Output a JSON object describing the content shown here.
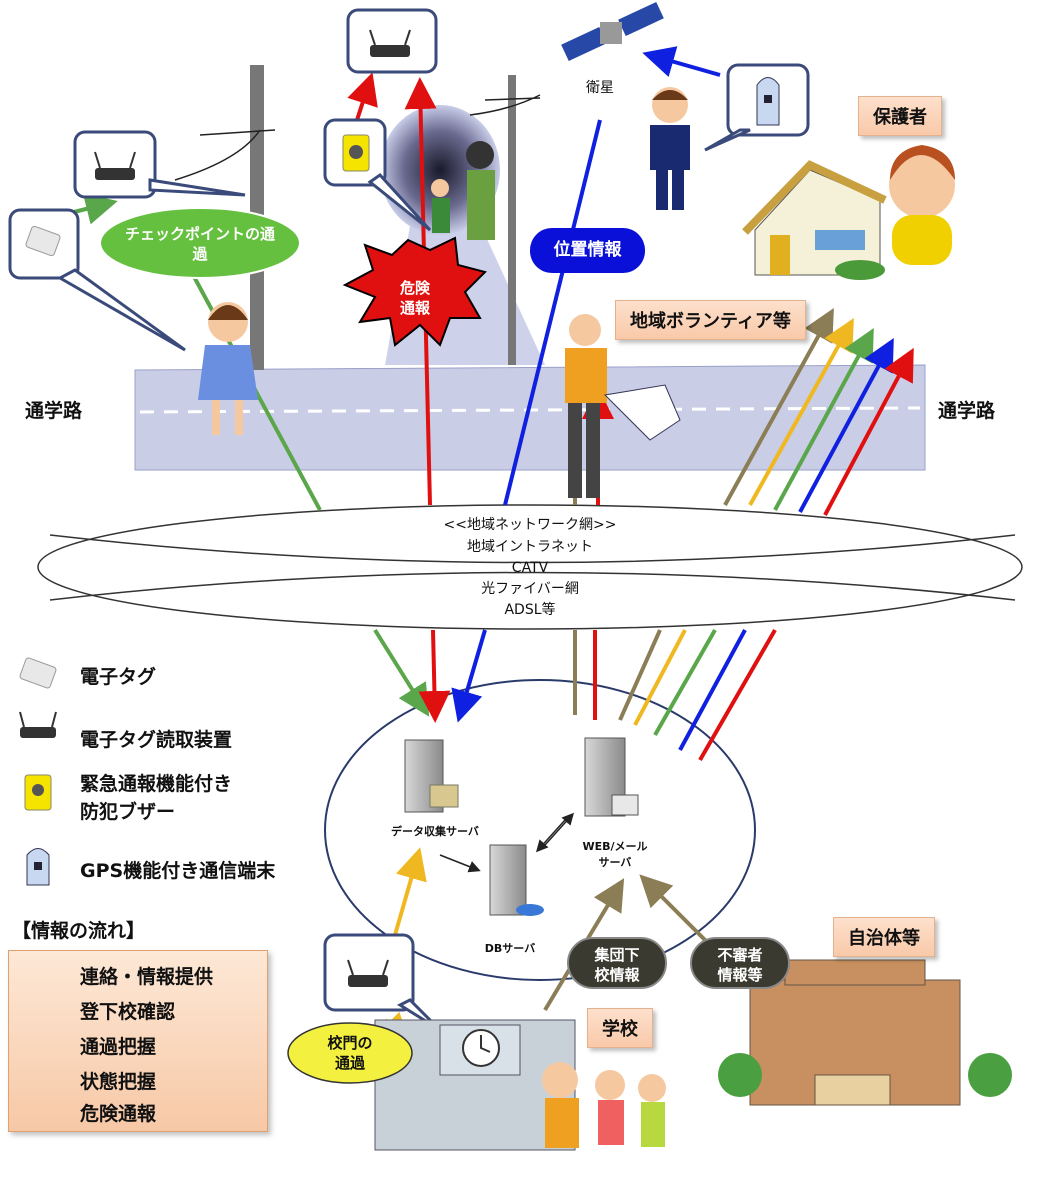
{
  "labels": {
    "route_left": "通学路",
    "route_right": "通学路",
    "satellite": "衛星",
    "guardian": "保護者",
    "volunteer": "地域ボランティア等",
    "school": "学校",
    "municipality": "自治体等"
  },
  "bubbles": {
    "checkpoint": "チェックポイントの通過",
    "danger": "危険\n通報",
    "location": "位置情報",
    "school_gate": "校門の\n通過",
    "group_dismissal": "集団下\n校情報",
    "suspicious": "不審者\n情報等"
  },
  "network": {
    "lines": [
      "<<地域ネットワーク網>>",
      "地域イントラネット",
      "CATV",
      "光ファイバー網",
      "ADSL等"
    ]
  },
  "servers": {
    "data_collection": "データ収集サーバ",
    "db": "DBサーバ",
    "web_mail": "WEB/メール\nサーバ"
  },
  "legend": {
    "items": [
      {
        "icon": "rfid-tag-icon",
        "label": "電子タグ"
      },
      {
        "icon": "tag-reader-icon",
        "label": "電子タグ読取装置"
      },
      {
        "icon": "buzzer-icon",
        "label": "緊急通報機能付き\n防犯ブザー"
      },
      {
        "icon": "gps-terminal-icon",
        "label": "GPS機能付き通信端末"
      }
    ]
  },
  "flow": {
    "title": "【情報の流れ】",
    "items": [
      {
        "label": "連絡・情報提供",
        "color": "#8b7d55"
      },
      {
        "label": "登下校確認",
        "color": "#f0b820"
      },
      {
        "label": "通過把握",
        "color": "#5aa64a"
      },
      {
        "label": "状態把握",
        "color": "#1020e0"
      },
      {
        "label": "危険通報",
        "color": "#e01010"
      }
    ]
  },
  "colors": {
    "contact": "#8b7d55",
    "confirm": "#f0b820",
    "pass": "#5aa64a",
    "status": "#1020e0",
    "danger": "#e01010",
    "road": "#c9cde6",
    "checkpoint_pill": "#66c040",
    "location_pill": "#0a10d8"
  }
}
